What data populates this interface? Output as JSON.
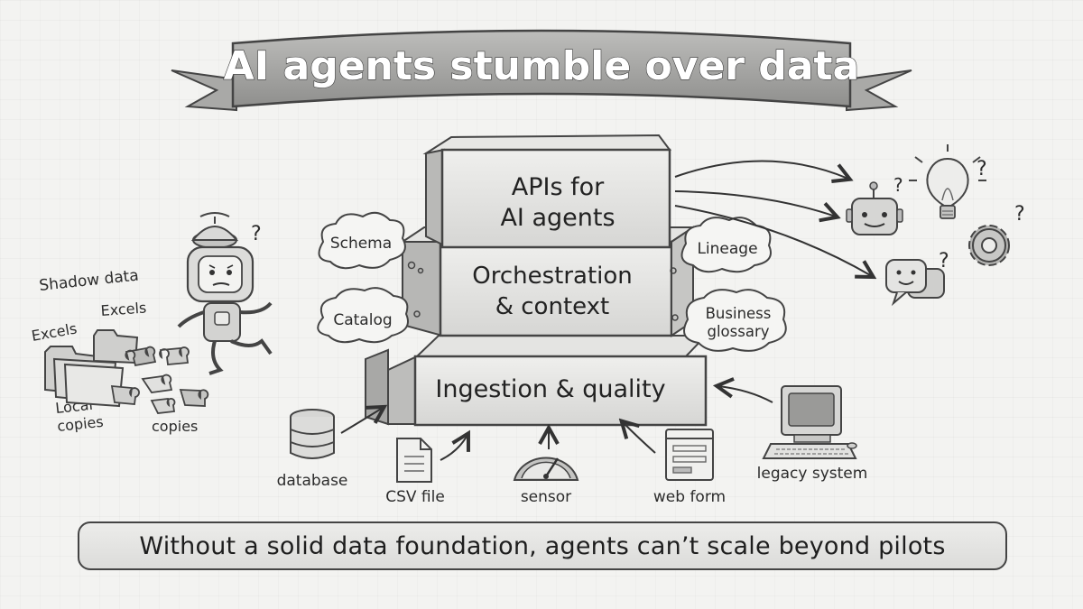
{
  "title": "AI agents stumble over data",
  "stack": {
    "top": [
      "APIs for",
      "AI agents"
    ],
    "middle": [
      "Orchestration",
      "& context"
    ],
    "bottom": "Ingestion & quality"
  },
  "clouds": {
    "schema": "Schema",
    "catalog": "Catalog",
    "lineage": "Lineage",
    "business_glossary": [
      "Business",
      "glossary"
    ]
  },
  "shadow": {
    "shadow_data": "Shadow data",
    "excels_1": "Excels",
    "excels_2": "Excels",
    "local_copies": [
      "Local",
      "copies"
    ],
    "copies": "copies",
    "question": "?"
  },
  "sources": {
    "database": "database",
    "csv_file": "CSV file",
    "sensor": "sensor",
    "web_form": "web form",
    "legacy_system": "legacy system"
  },
  "outputs": {
    "question_marks": [
      "?",
      "?",
      "?",
      "?"
    ]
  },
  "footer": "Without a solid data foundation, agents can’t scale beyond pilots",
  "icons": [
    "robot-icon",
    "lightbulb-icon",
    "gear-icon",
    "chat-bubble-icon",
    "database-icon",
    "csv-file-icon",
    "gauge-icon",
    "web-form-icon",
    "computer-icon",
    "folder-icon",
    "puzzle-piece-icon"
  ]
}
